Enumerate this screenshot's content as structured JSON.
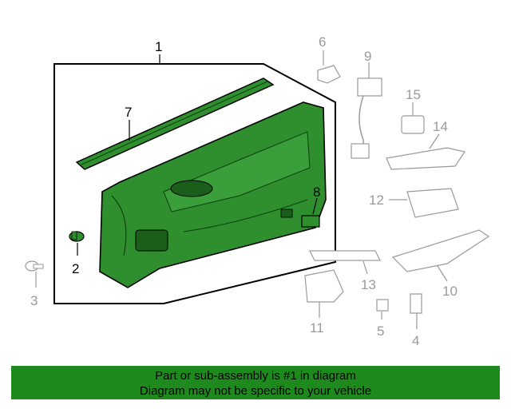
{
  "callouts": [
    {
      "id": "1",
      "label": "1"
    },
    {
      "id": "2",
      "label": "2"
    },
    {
      "id": "3",
      "label": "3"
    },
    {
      "id": "4",
      "label": "4"
    },
    {
      "id": "5",
      "label": "5"
    },
    {
      "id": "6",
      "label": "6"
    },
    {
      "id": "7",
      "label": "7"
    },
    {
      "id": "8",
      "label": "8"
    },
    {
      "id": "9",
      "label": "9"
    },
    {
      "id": "10",
      "label": "10"
    },
    {
      "id": "11",
      "label": "11"
    },
    {
      "id": "12",
      "label": "12"
    },
    {
      "id": "13",
      "label": "13"
    },
    {
      "id": "14",
      "label": "14"
    },
    {
      "id": "15",
      "label": "15"
    }
  ],
  "banner": {
    "line1": "Part or sub-assembly is #1 in diagram",
    "line2": "Diagram may not be specific to your vehicle"
  },
  "colors": {
    "highlight": "#1e8a1e",
    "part_fill": "#2f8f2f",
    "line": "#000000",
    "gray_parts": "#9a9a9a"
  }
}
